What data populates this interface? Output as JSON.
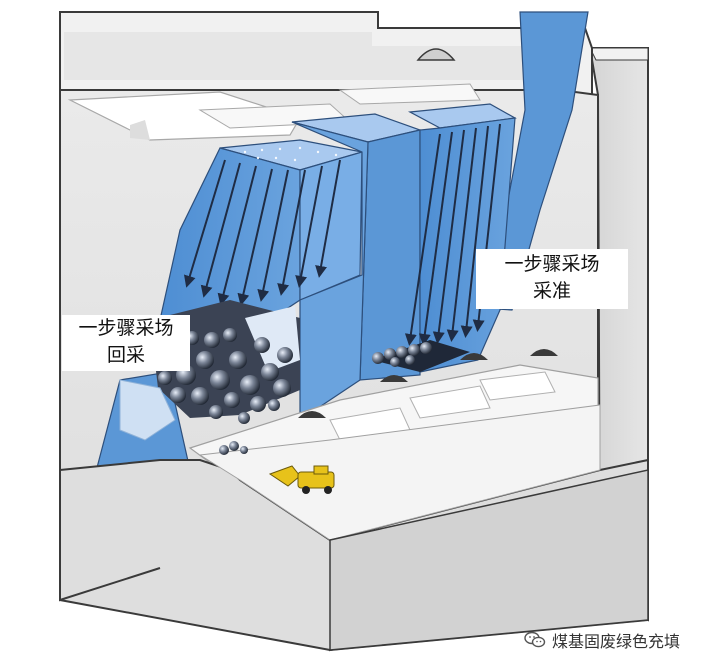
{
  "labels": {
    "left": {
      "line1": "一步骤采场",
      "line2": "回采"
    },
    "right": {
      "line1": "一步骤采场",
      "line2": "采准"
    }
  },
  "watermark": {
    "text": "煤基固废绿色充填",
    "icon": "wechat-icon"
  },
  "colors": {
    "rock_face": "#e4e4e4",
    "rock_side": "#d9d9d9",
    "rock_top": "#f3f3f3",
    "stope_blue": "#5b97d6",
    "stope_light": "#a9c9ef",
    "outline": "#3a3a3a",
    "loader": "#e7c21a"
  }
}
